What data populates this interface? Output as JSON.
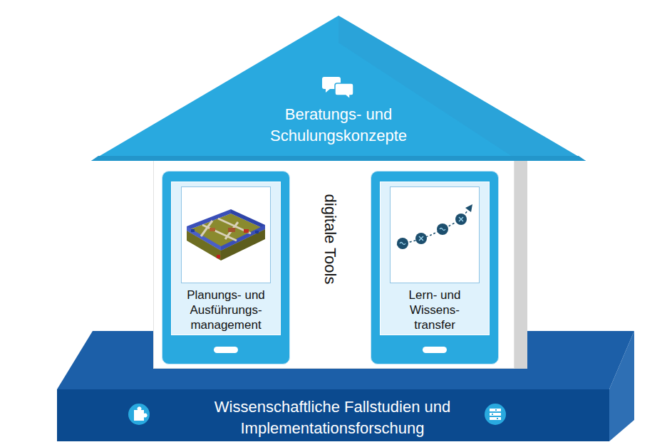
{
  "diagram": {
    "nodes": [
      {
        "text": [
          "Beratungs- und Schulungskonzepte"
        ]
      },
      {
        "text": [
          "digitale Tools"
        ]
      },
      {
        "text": [
          "Planungs- und Ausführungs- management"
        ],
        "in": 1
      },
      {
        "text": [
          "Lern- und Wissens- transfer"
        ],
        "in": 1
      },
      {
        "text": [
          "Wissenschaftliche Fallstudien und Implementationsforschung"
        ]
      }
    ]
  }
}
